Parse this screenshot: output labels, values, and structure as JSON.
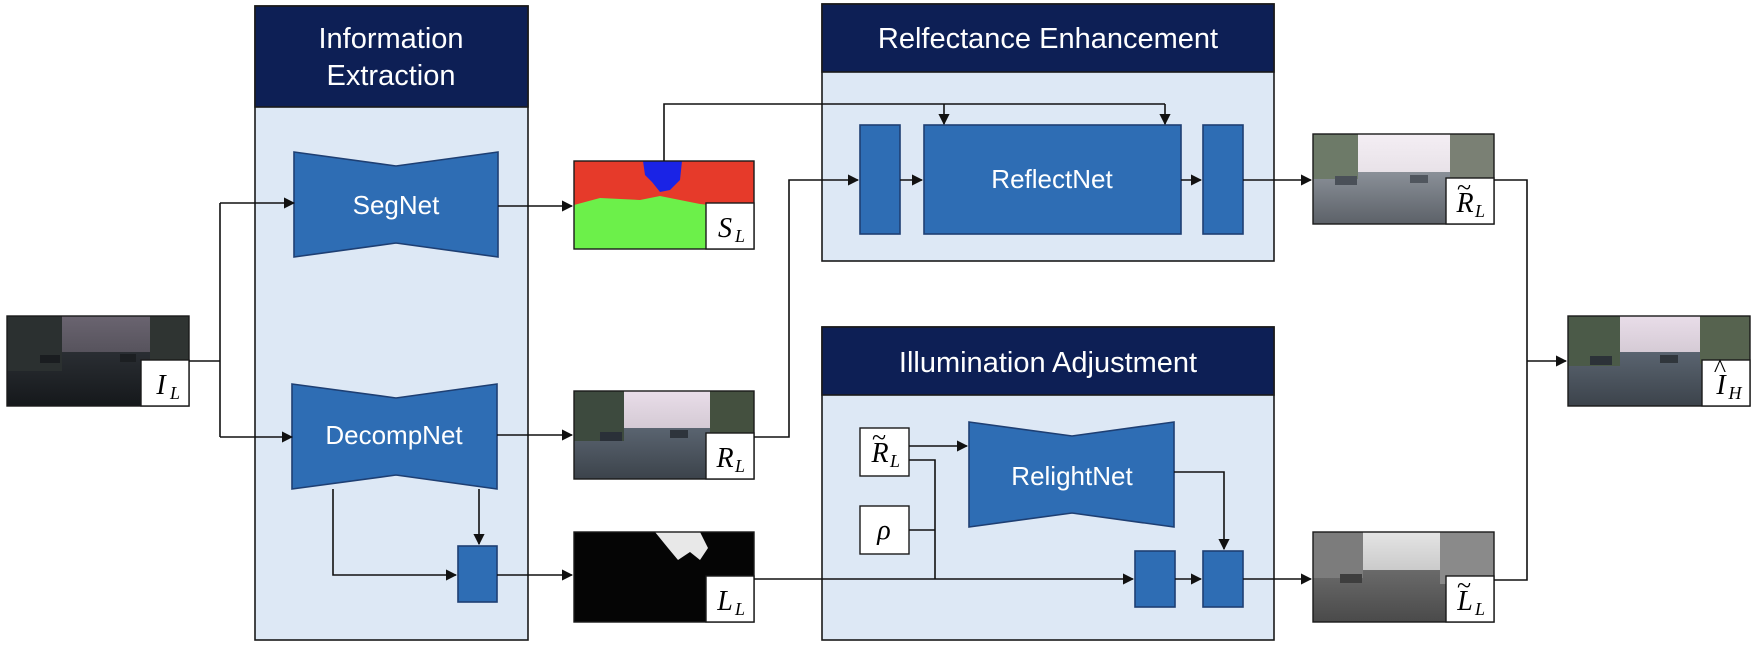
{
  "modules": {
    "information_extraction": {
      "title_line1": "Information",
      "title_line2": "Extraction"
    },
    "reflectance_enhancement": {
      "title": "Relfectance Enhancement"
    },
    "illumination_adjustment": {
      "title": "Illumination Adjustment"
    }
  },
  "networks": {
    "segnet": "SegNet",
    "decompnet": "DecompNet",
    "reflectnet": "ReflectNet",
    "relightnet": "RelightNet"
  },
  "labels": {
    "input": {
      "base": "I",
      "sub": "L"
    },
    "seg": {
      "base": "S",
      "sub": "L"
    },
    "refl": {
      "base": "R",
      "sub": "L"
    },
    "illum": {
      "base": "L",
      "sub": "L"
    },
    "refl_enh": {
      "base": "R",
      "sub": "L",
      "accent": "~"
    },
    "illum_enh": {
      "base": "L",
      "sub": "L",
      "accent": "~"
    },
    "output": {
      "base": "I",
      "sub": "H",
      "accent": "^"
    },
    "rho": "ρ"
  },
  "colors": {
    "panel": "#dde8f5",
    "header": "#0d1f55",
    "network": "#2e6db4",
    "seg_red": "#e63a2a",
    "seg_green": "#6cf04a",
    "seg_blue": "#1a23e6"
  },
  "icons": {
    "street_photo": "street-scene-thumbnail",
    "segmentation_map": "segmentation-map-thumbnail",
    "illumination_map": "illumination-map-thumbnail"
  }
}
